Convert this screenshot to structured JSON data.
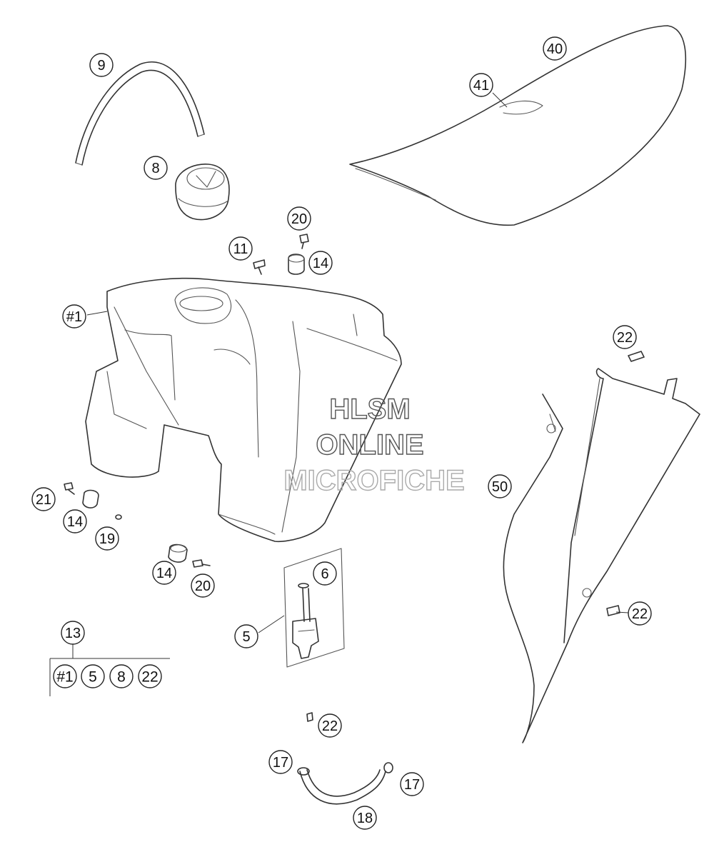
{
  "diagram": {
    "callouts": {
      "c9": "9",
      "c40": "40",
      "c41": "41",
      "c8": "8",
      "c20a": "20",
      "c11": "11",
      "c14a": "14",
      "c1": "#1",
      "c22a": "22",
      "c50": "50",
      "c21": "21",
      "c14b": "14",
      "c19": "19",
      "c14c": "14",
      "c20b": "20",
      "c6": "6",
      "c5": "5",
      "c13": "13",
      "c22b": "22",
      "c22c": "22",
      "c17a": "17",
      "c17b": "17",
      "c18": "18"
    },
    "kit": {
      "items": [
        "#1",
        "5",
        "8",
        "22"
      ]
    },
    "watermark": {
      "line1": "HLSM",
      "line2": "ONLINE",
      "line3": "MICROFICHE"
    }
  }
}
